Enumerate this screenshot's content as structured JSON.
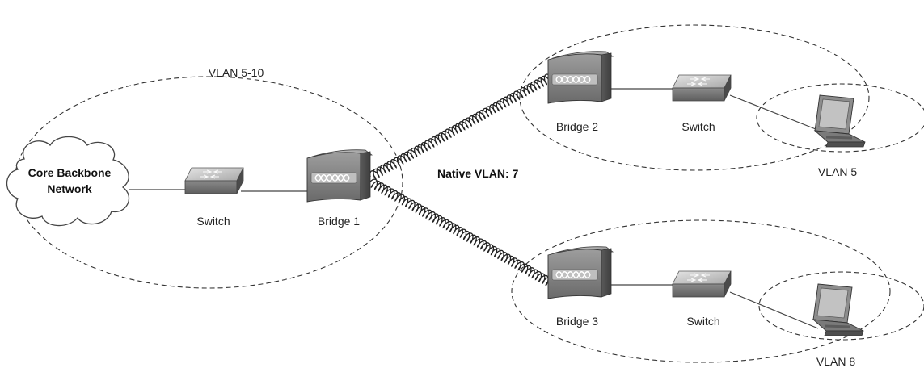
{
  "labels": {
    "core": "Core Backbone Network",
    "core_line1": "Core Backbone",
    "core_line2": "Network",
    "switch_left": "Switch",
    "bridge1": "Bridge 1",
    "vlan_left": "VLAN 5-10",
    "native_vlan": "Native VLAN: 7",
    "bridge2": "Bridge 2",
    "switch_top": "Switch",
    "vlan_top": "VLAN 5",
    "bridge3": "Bridge 3",
    "switch_bottom": "Switch",
    "vlan_bottom": "VLAN 8"
  },
  "colors": {
    "device_dark": "#6f6f6f",
    "device_mid": "#9a9a9a",
    "device_light": "#c9c9c9",
    "screen": "#b8b8b8"
  }
}
